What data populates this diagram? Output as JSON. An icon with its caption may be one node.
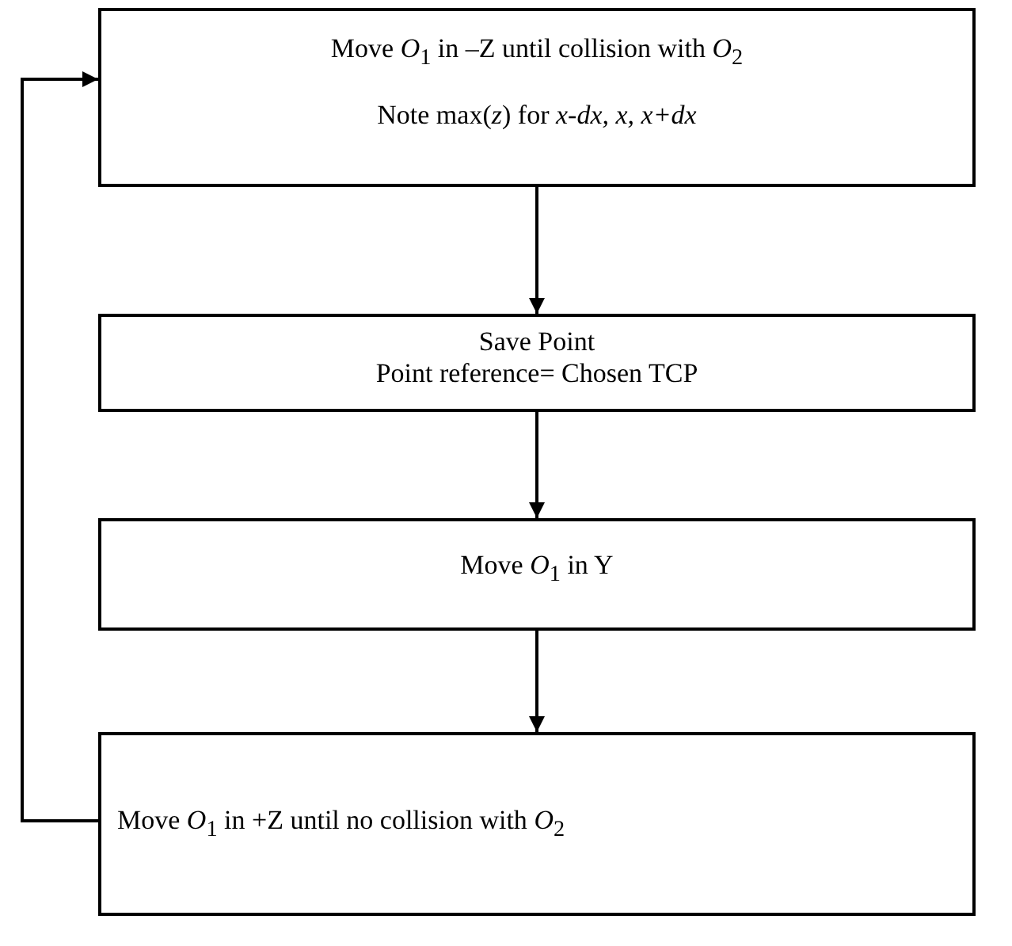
{
  "diagram": {
    "nodes": [
      {
        "text": [
          "Move *O*$_{1}$ in –Z until collision with *O*$_{2}$",
          "Note max(*z*) for *x-dx, x, x+dx*"
        ]
      },
      {
        "text": [
          "Save Point",
          "Point reference= Chosen TCP"
        ]
      },
      {
        "text": [
          "Move *O*$_{1}$ in Y"
        ]
      },
      {
        "text": [
          "Move *O*$_{1}$ in +Z until no collision with *O*$_{2}$"
        ]
      }
    ],
    "edges": [
      {
        "from": 0,
        "to": 1,
        "arrow": "to"
      },
      {
        "from": 1,
        "to": 2,
        "arrow": "to"
      },
      {
        "from": 2,
        "to": 3,
        "arrow": "to"
      },
      {
        "from": 3,
        "to": 0,
        "arrow": "to"
      }
    ]
  }
}
